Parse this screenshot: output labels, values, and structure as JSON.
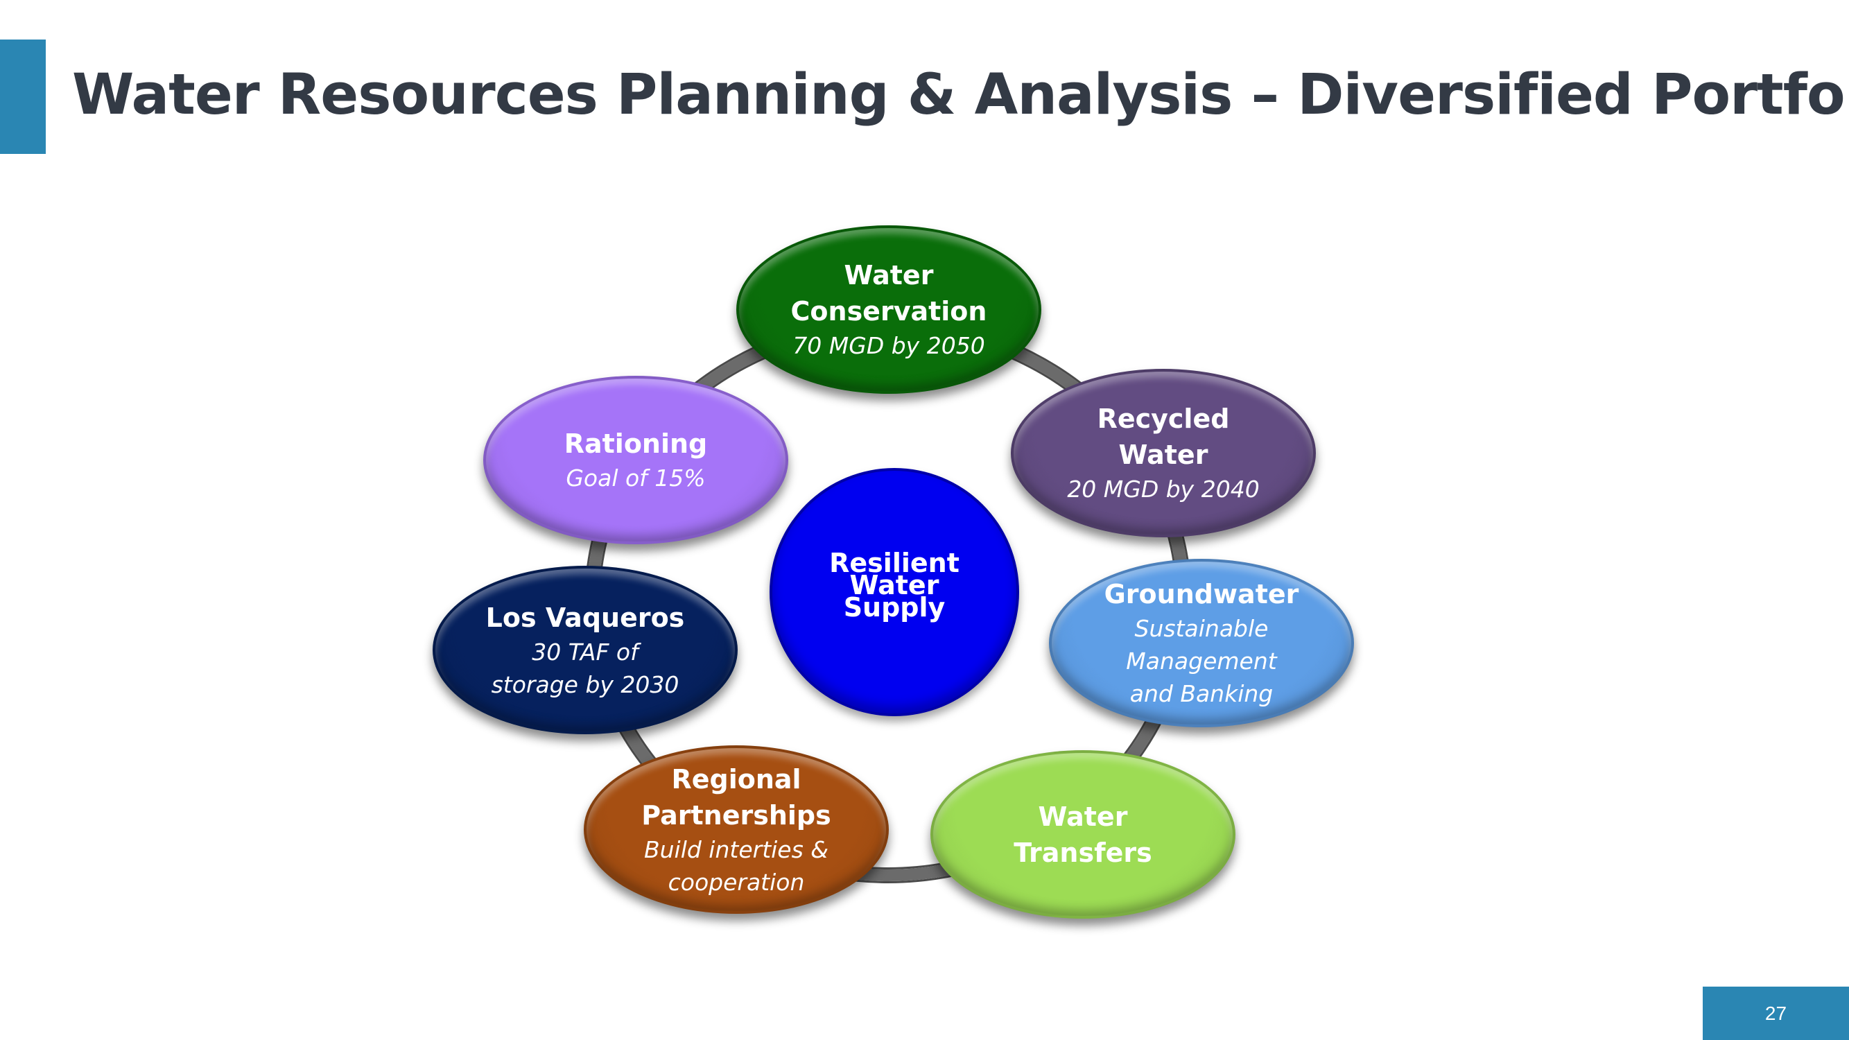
{
  "title": "Water Resources Planning & Analysis – Diversified Portfolio",
  "center": {
    "label_lines": [
      "Resilient",
      "Water",
      "Supply"
    ],
    "color": "#0000f0"
  },
  "nodes": [
    {
      "key": "water-conservation",
      "title_lines": [
        "Water",
        "Conservation"
      ],
      "sub_lines": [
        "70 MGD by 2050"
      ],
      "color": "#0a6e0a"
    },
    {
      "key": "recycled-water",
      "title_lines": [
        "Recycled",
        "Water"
      ],
      "sub_lines": [
        "20 MGD by 2040"
      ],
      "color": "#624c82"
    },
    {
      "key": "groundwater",
      "title_lines": [
        "Groundwater"
      ],
      "sub_lines": [
        "Sustainable",
        "Management",
        "and Banking"
      ],
      "color": "#5e9ee6"
    },
    {
      "key": "water-transfers",
      "title_lines": [
        "Water",
        "Transfers"
      ],
      "sub_lines": [],
      "color": "#9ddc54"
    },
    {
      "key": "regional-partnerships",
      "title_lines": [
        "Regional",
        "Partnerships"
      ],
      "sub_lines": [
        "Build interties &",
        "cooperation"
      ],
      "color": "#a64f12"
    },
    {
      "key": "los-vaqueros",
      "title_lines": [
        "Los Vaqueros"
      ],
      "sub_lines": [
        "30 TAF of",
        "storage by 2030"
      ],
      "color": "#06215e"
    },
    {
      "key": "rationing",
      "title_lines": [
        "Rationing"
      ],
      "sub_lines": [
        "Goal of 15%"
      ],
      "color": "#a574f8"
    }
  ],
  "page_number": "27"
}
